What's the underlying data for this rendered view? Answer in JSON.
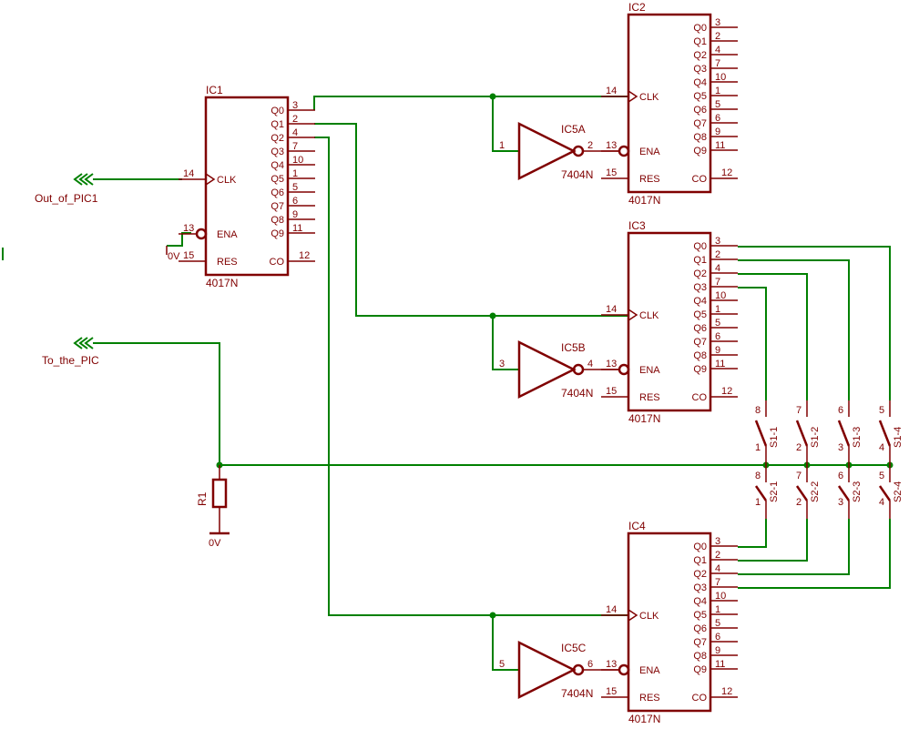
{
  "chips": [
    {
      "id": "ic1",
      "name": "IC1",
      "type": "4017N",
      "clk": "CLK",
      "ena": "ENA",
      "res": "RES",
      "co": "CO",
      "outputs": [
        "Q0",
        "Q1",
        "Q2",
        "Q3",
        "Q4",
        "Q5",
        "Q6",
        "Q7",
        "Q8",
        "Q9"
      ],
      "out_pins": [
        "3",
        "2",
        "4",
        "7",
        "10",
        "1",
        "5",
        "6",
        "9",
        "11"
      ],
      "clk_pin": "14",
      "ena_pin": "13",
      "res_pin": "15",
      "co_pin": "12"
    },
    {
      "id": "ic2",
      "name": "IC2",
      "type": "4017N",
      "clk": "CLK",
      "ena": "ENA",
      "res": "RES",
      "co": "CO",
      "outputs": [
        "Q0",
        "Q1",
        "Q2",
        "Q3",
        "Q4",
        "Q5",
        "Q6",
        "Q7",
        "Q8",
        "Q9"
      ],
      "out_pins": [
        "3",
        "2",
        "4",
        "7",
        "10",
        "1",
        "5",
        "6",
        "9",
        "11"
      ],
      "clk_pin": "14",
      "ena_pin": "13",
      "res_pin": "15",
      "co_pin": "12"
    },
    {
      "id": "ic3",
      "name": "IC3",
      "type": "4017N",
      "clk": "CLK",
      "ena": "ENA",
      "res": "RES",
      "co": "CO",
      "outputs": [
        "Q0",
        "Q1",
        "Q2",
        "Q3",
        "Q4",
        "Q5",
        "Q6",
        "Q7",
        "Q8",
        "Q9"
      ],
      "out_pins": [
        "3",
        "2",
        "4",
        "7",
        "10",
        "1",
        "5",
        "6",
        "9",
        "11"
      ],
      "clk_pin": "14",
      "ena_pin": "13",
      "res_pin": "15",
      "co_pin": "12"
    },
    {
      "id": "ic4",
      "name": "IC4",
      "type": "4017N",
      "clk": "CLK",
      "ena": "ENA",
      "res": "RES",
      "co": "CO",
      "outputs": [
        "Q0",
        "Q1",
        "Q2",
        "Q3",
        "Q4",
        "Q5",
        "Q6",
        "Q7",
        "Q8",
        "Q9"
      ],
      "out_pins": [
        "3",
        "2",
        "4",
        "7",
        "10",
        "1",
        "5",
        "6",
        "9",
        "11"
      ],
      "clk_pin": "14",
      "ena_pin": "13",
      "res_pin": "15",
      "co_pin": "12"
    }
  ],
  "inverters": [
    {
      "id": "ic5a",
      "name": "IC5A",
      "type": "7404N",
      "in_pin": "1",
      "out_pin": "2"
    },
    {
      "id": "ic5b",
      "name": "IC5B",
      "type": "7404N",
      "in_pin": "3",
      "out_pin": "4"
    },
    {
      "id": "ic5c",
      "name": "IC5C",
      "type": "7404N",
      "in_pin": "5",
      "out_pin": "6"
    }
  ],
  "ports": {
    "out_of_pic1": "Out_of_PIC1",
    "to_the_pic": "To_the_PIC"
  },
  "resistor": {
    "name": "R1",
    "gnd": "0V"
  },
  "ic1_ena_gnd": "0V",
  "switches": [
    {
      "name": "S1-1",
      "top": "8",
      "bot": "1"
    },
    {
      "name": "S1-2",
      "top": "7",
      "bot": "2"
    },
    {
      "name": "S1-3",
      "top": "6",
      "bot": "3"
    },
    {
      "name": "S1-4",
      "top": "5",
      "bot": "4"
    },
    {
      "name": "S2-1",
      "top": "8",
      "bot": "1"
    },
    {
      "name": "S2-2",
      "top": "7",
      "bot": "2"
    },
    {
      "name": "S2-3",
      "top": "6",
      "bot": "3"
    },
    {
      "name": "S2-4",
      "top": "5",
      "bot": "4"
    }
  ]
}
